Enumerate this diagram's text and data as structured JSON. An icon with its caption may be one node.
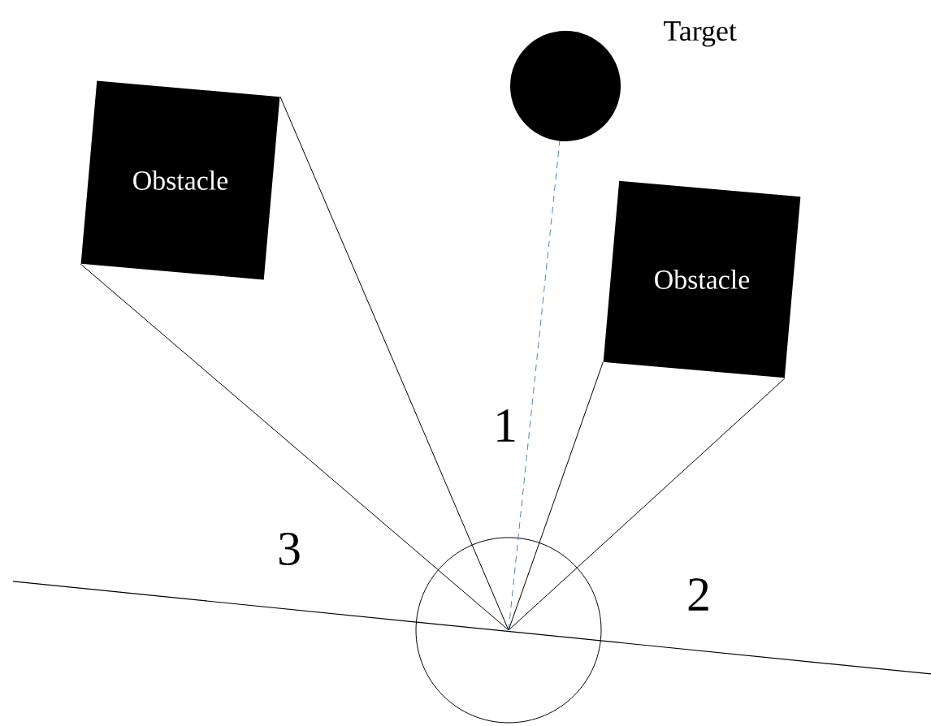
{
  "diagram": {
    "nodes": [
      {
        "text": [],
        "shape": "circle",
        "beside": [
          "Target"
        ]
      },
      {
        "text": [
          "Obstacle"
        ]
      },
      {
        "text": [
          "Obstacle"
        ]
      },
      {
        "text": [],
        "shape": "circle"
      }
    ],
    "edges": [
      {
        "from": 3,
        "to": 1,
        "arrow": "none"
      },
      {
        "from": 3,
        "to": 1,
        "arrow": "none"
      },
      {
        "from": 3,
        "to": 0,
        "arrow": "none",
        "style": "dashed",
        "color": "#4a86c0"
      },
      {
        "from": 3,
        "to": 2,
        "arrow": "none"
      },
      {
        "from": 3,
        "to": 2,
        "arrow": "none"
      }
    ],
    "labels": [
      "1",
      "3",
      "2"
    ]
  }
}
